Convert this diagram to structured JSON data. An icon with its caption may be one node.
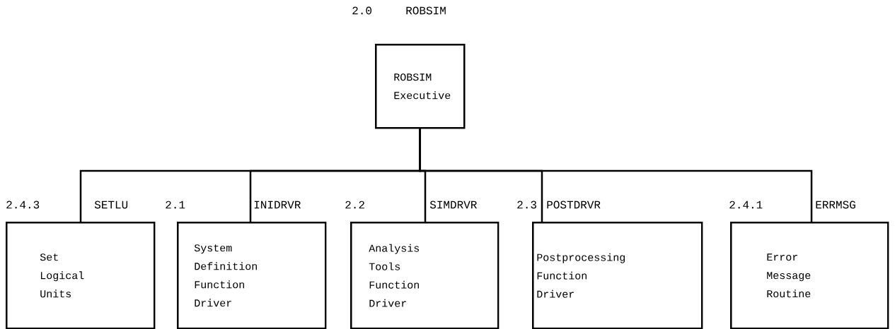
{
  "diagram": {
    "nodes": [
      {
        "text": [
          "ROBSIM Executive"
        ],
        "beside": [
          "2.0",
          "ROBSIM"
        ]
      },
      {
        "text": [
          "Set Logical Units"
        ],
        "beside": [
          "2.4.3",
          "SETLU"
        ]
      },
      {
        "text": [
          "System Definition Function Driver"
        ],
        "beside": [
          "2.1",
          "INIDRVR"
        ]
      },
      {
        "text": [
          "Analysis Tools Function Driver"
        ],
        "beside": [
          "2.2",
          "SIMDRVR"
        ]
      },
      {
        "text": [
          "Postprocessing Function Driver"
        ],
        "beside": [
          "2.3",
          "POSTDRVR"
        ]
      },
      {
        "text": [
          "Error Message Routine"
        ],
        "beside": [
          "2.4.1",
          "ERRMSG"
        ]
      }
    ],
    "edges": [
      {
        "from": 0,
        "to": 1,
        "arrow": "none"
      },
      {
        "from": 0,
        "to": 2,
        "arrow": "none"
      },
      {
        "from": 0,
        "to": 3,
        "arrow": "none"
      },
      {
        "from": 0,
        "to": 4,
        "arrow": "none"
      },
      {
        "from": 0,
        "to": 5,
        "arrow": "none"
      }
    ]
  }
}
